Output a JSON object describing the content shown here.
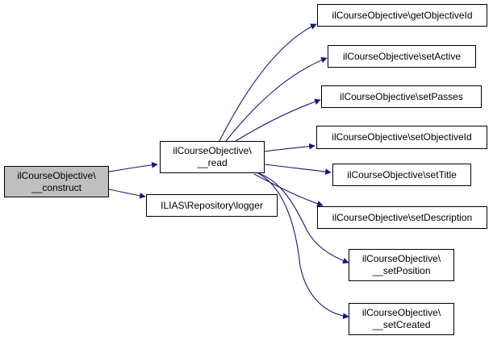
{
  "colors": {
    "edge": "#191970",
    "root_fill": "#bfbfbf",
    "node_fill": "#ffffff",
    "border": "#000000"
  },
  "nodes": {
    "construct": {
      "line1": "ilCourseObjective\\",
      "line2": "__construct"
    },
    "read": {
      "line1": "ilCourseObjective\\",
      "line2": "__read"
    },
    "logger": {
      "label": "ILIAS\\Repository\\logger"
    },
    "getObjectiveId": {
      "label": "ilCourseObjective\\getObjectiveId"
    },
    "setActive": {
      "label": "ilCourseObjective\\setActive"
    },
    "setPasses": {
      "label": "ilCourseObjective\\setPasses"
    },
    "setObjectiveId": {
      "label": "ilCourseObjective\\setObjectiveId"
    },
    "setTitle": {
      "label": "ilCourseObjective\\setTitle"
    },
    "setDescription": {
      "label": "ilCourseObjective\\setDescription"
    },
    "setPosition": {
      "line1": "ilCourseObjective\\",
      "line2": "__setPosition"
    },
    "setCreated": {
      "line1": "ilCourseObjective\\",
      "line2": "__setCreated"
    }
  }
}
